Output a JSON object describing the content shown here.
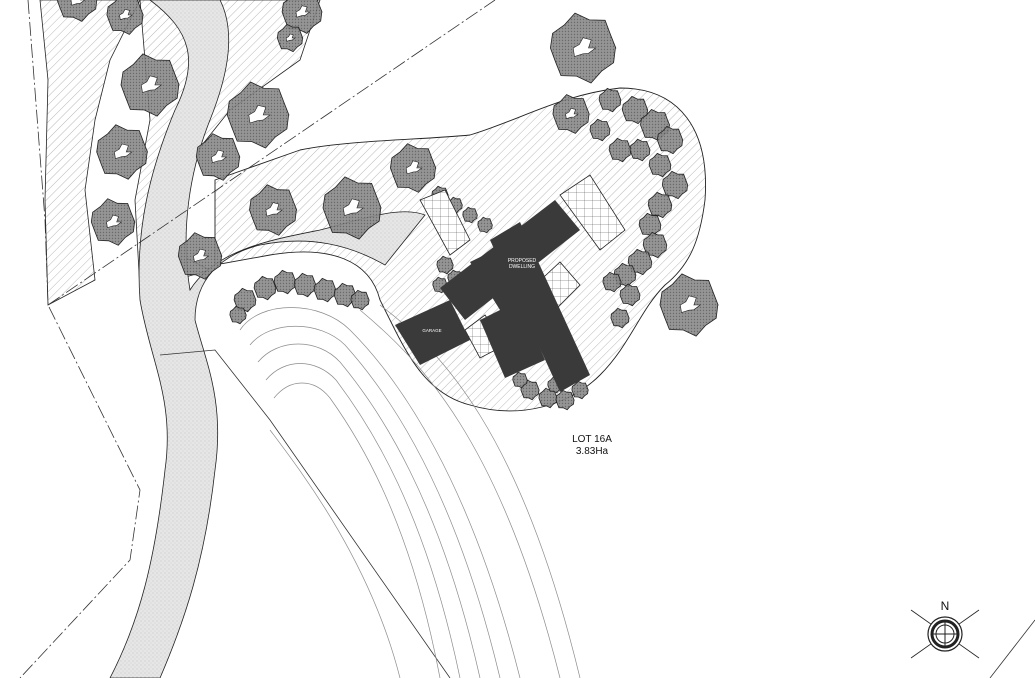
{
  "building": {
    "dwelling_label_line1": "PROPOSED",
    "dwelling_label_line2": "DWELLING",
    "garage_label": "GARAGE"
  },
  "lot": {
    "name": "LOT 16A",
    "area": "3.83Ha"
  },
  "compass": {
    "north_label": "N"
  },
  "colors": {
    "building_fill": "#3a3a3a",
    "tree_fill": "#7d7d7d",
    "tree_dark": "#555555",
    "line": "#222222"
  },
  "icons": [
    "north-arrow-icon"
  ]
}
